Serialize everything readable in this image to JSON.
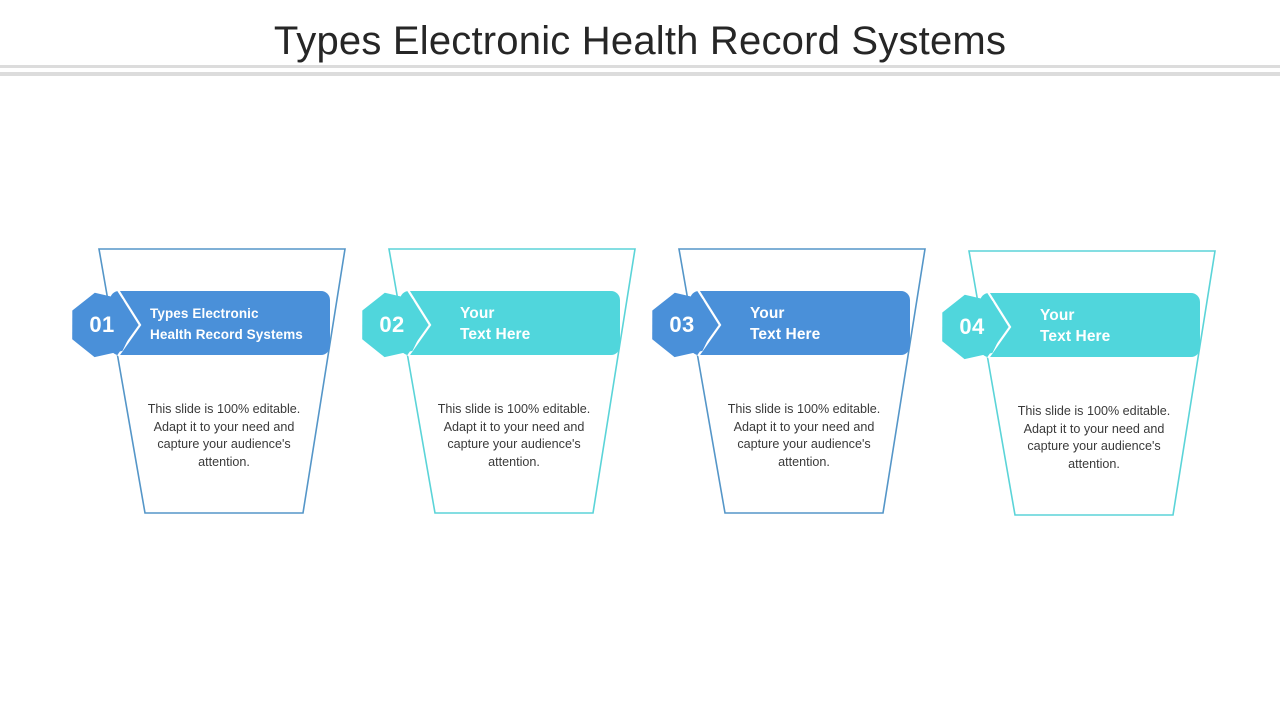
{
  "slide": {
    "title": "Types Electronic Health Record Systems",
    "background_color": "#ffffff",
    "divider_color": "#dcdcdc"
  },
  "palette": {
    "blue_fill": "#4A90D9",
    "blue_outline": "#5596C8",
    "teal_fill": "#50D6DC",
    "teal_outline": "#5BD4D8",
    "body_text_color": "#3a3a3a",
    "title_text_color": "#262626",
    "banner_text_color": "#ffffff"
  },
  "funnels": [
    {
      "number": "01",
      "label": "Types Electronic\nHealth Record Systems",
      "body": "This slide is 100% editable. Adapt it to your need and capture your audience's attention.",
      "color": "#4A90D9",
      "outline": "#5596C8",
      "scheme": "blue"
    },
    {
      "number": "02",
      "label": "Your\nText Here",
      "body": "This slide is 100% editable. Adapt it to your need and capture your audience's attention.",
      "color": "#50D6DC",
      "outline": "#5BD4D8",
      "scheme": "teal"
    },
    {
      "number": "03",
      "label": "Your\nText Here",
      "body": "This slide is 100% editable. Adapt it to your need and capture your audience's attention.",
      "color": "#4A90D9",
      "outline": "#5596C8",
      "scheme": "blue"
    },
    {
      "number": "04",
      "label": "Your\nText Here",
      "body": "This slide is 100% editable. Adapt it to your need and capture your audience's attention.",
      "color": "#50D6DC",
      "outline": "#5BD4D8",
      "scheme": "teal"
    }
  ]
}
